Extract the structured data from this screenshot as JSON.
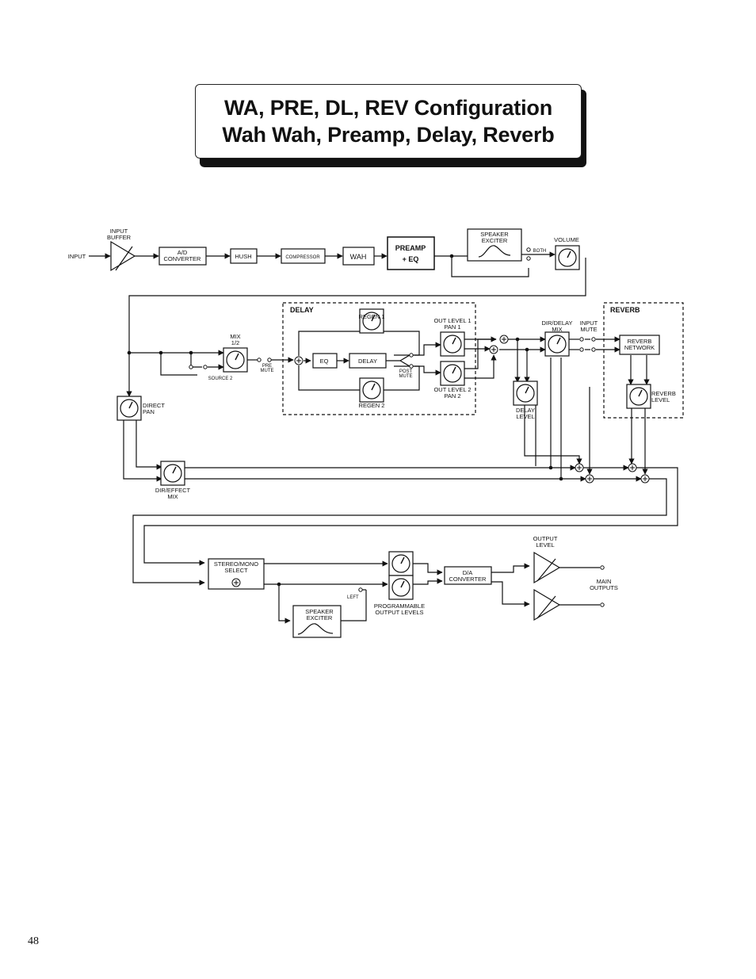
{
  "title": {
    "line1": "WA, PRE, DL, REV Configuration",
    "line2": "Wah Wah, Preamp, Delay, Reverb"
  },
  "page_number": "48",
  "labels": {
    "input": "INPUT",
    "input_buffer_1": "INPUT",
    "input_buffer_2": "BUFFER",
    "ad_1": "A/D",
    "ad_2": "CONVERTER",
    "hush": "HUSH",
    "compressor": "COMPRESSOR",
    "wah": "WAH",
    "preamp_1": "PREAMP",
    "preamp_2": "+ EQ",
    "speaker_exciter_1": "SPEAKER",
    "speaker_exciter_2": "EXCITER",
    "both": "BOTH",
    "volume": "VOLUME",
    "delay_section": "DELAY",
    "reverb_section": "REVERB",
    "regen1": "REGEN 1",
    "regen2": "REGEN 2",
    "eq": "EQ",
    "delay_block": "DELAY",
    "post_mute_1": "POST",
    "post_mute_2": "MUTE",
    "pre_mute_1": "PRE",
    "pre_mute_2": "MUTE",
    "out_level1_1": "OUT LEVEL 1",
    "out_level1_2": "PAN 1",
    "out_level2_1": "OUT LEVEL 2",
    "out_level2_2": "PAN 2",
    "mix_1": "MIX",
    "mix_2": "1/2",
    "source2": "SOURCE 2",
    "dir_delay_mix_1": "DIR/DELAY",
    "dir_delay_mix_2": "MIX",
    "input_mute_1": "INPUT",
    "input_mute_2": "MUTE",
    "reverb_network_1": "REVERB",
    "reverb_network_2": "NETWORK",
    "delay_level_1": "DELAY",
    "delay_level_2": "LEVEL",
    "reverb_level_1": "REVERB",
    "reverb_level_2": "LEVEL",
    "direct_pan_1": "DIRECT",
    "direct_pan_2": "PAN",
    "dir_effect_mix_1": "DIR/EFFECT",
    "dir_effect_mix_2": "MIX",
    "stereo_mono_1": "STEREO/MONO",
    "stereo_mono_2": "SELECT",
    "left": "LEFT",
    "speaker_exciter2_1": "SPEAKER",
    "speaker_exciter2_2": "EXCITER",
    "prog_levels_1": "PROGRAMMABLE",
    "prog_levels_2": "OUTPUT LEVELS",
    "da_1": "D/A",
    "da_2": "CONVERTER",
    "output_level_1": "OUTPUT",
    "output_level_2": "LEVEL",
    "main_outputs_1": "MAIN",
    "main_outputs_2": "OUTPUTS"
  }
}
